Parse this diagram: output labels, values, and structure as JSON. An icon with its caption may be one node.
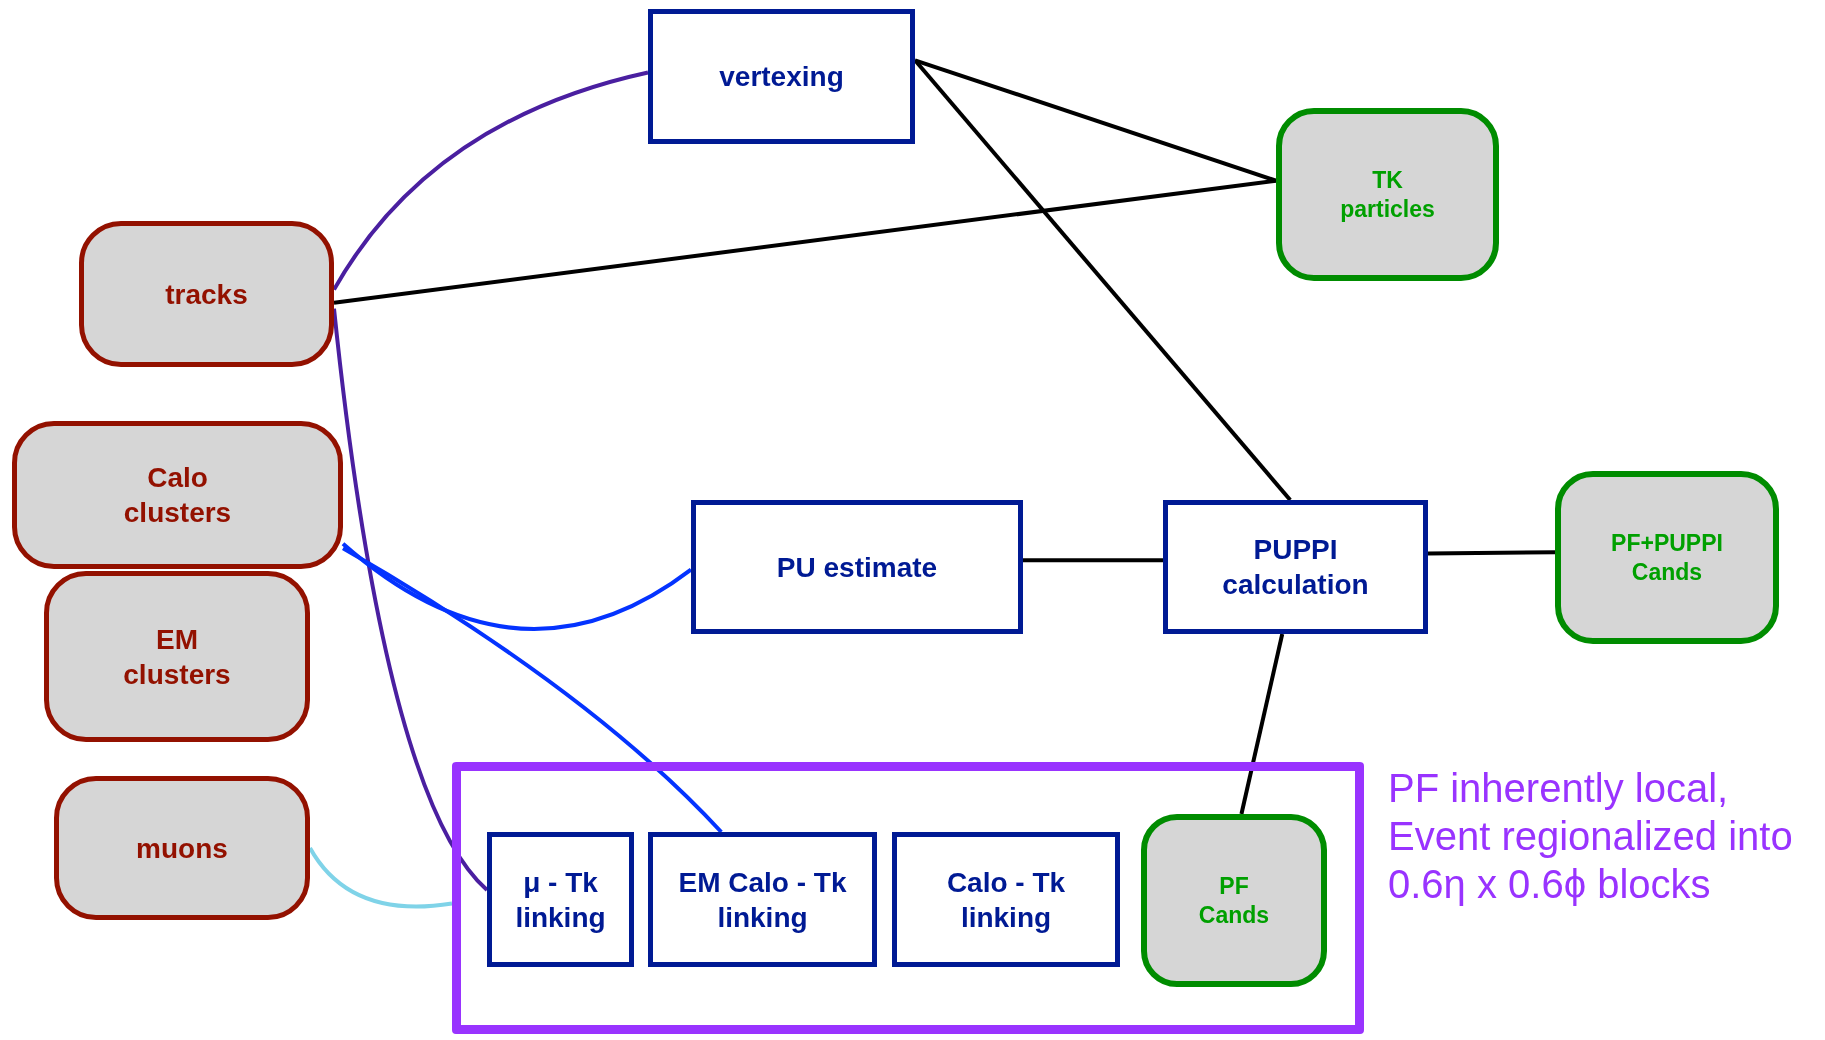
{
  "diagram": {
    "nodes": [
      {
        "text": [
          "vertexing"
        ]
      },
      {
        "text": [
          "TK particles"
        ]
      },
      {
        "text": [
          "tracks"
        ]
      },
      {
        "text": [
          "Calo clusters"
        ]
      },
      {
        "text": [
          "EM clusters"
        ]
      },
      {
        "text": [
          "muons"
        ]
      },
      {
        "text": [
          "PU estimate"
        ]
      },
      {
        "text": [
          "PUPPI calculation"
        ]
      },
      {
        "text": [
          "PF+PUPPI Cands"
        ]
      },
      {
        "text": [],
        "shape": "box",
        "beside": [
          "PF inherently local, Event regionalized into 0.6η x 0.6ϕ blocks"
        ]
      },
      {
        "text": [
          "μ - Tk linking"
        ],
        "in": 9
      },
      {
        "text": [
          "EM Calo - Tk linking"
        ],
        "in": 9
      },
      {
        "text": [
          "Calo - Tk linking"
        ],
        "in": 9
      },
      {
        "text": [
          "PF Cands"
        ],
        "in": 9
      }
    ],
    "edges": [
      {
        "from": 2,
        "to": 0,
        "arrow": "none",
        "color": "#4a1fa0"
      },
      {
        "from": 2,
        "to": 1,
        "arrow": "none"
      },
      {
        "from": 0,
        "to": 1,
        "arrow": "none"
      },
      {
        "from": 0,
        "to": 7,
        "arrow": "none"
      },
      {
        "from": 2,
        "to": 10,
        "arrow": "none",
        "color": "#4a1fa0"
      },
      {
        "from": 3,
        "to": 6,
        "arrow": "none",
        "color": "#0433ff"
      },
      {
        "from": 3,
        "to": 11,
        "arrow": "none",
        "color": "#0433ff"
      },
      {
        "from": 5,
        "to": 9,
        "arrow": "none",
        "color": "#7fd3e8"
      },
      {
        "from": 6,
        "to": 7,
        "arrow": "none"
      },
      {
        "from": 7,
        "to": 8,
        "arrow": "none"
      },
      {
        "from": 7,
        "to": 13,
        "arrow": "none"
      }
    ]
  }
}
